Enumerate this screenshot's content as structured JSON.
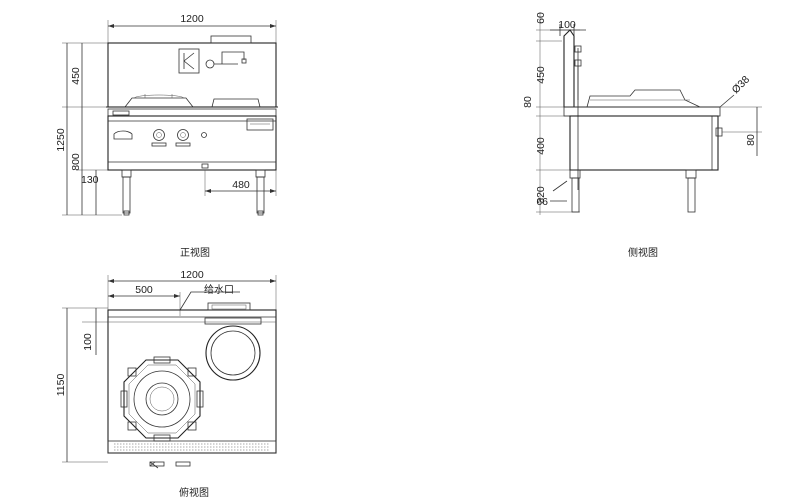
{
  "front_view": {
    "caption": "正视图",
    "dims": {
      "width": "1200",
      "upper_height": "450",
      "total_height": "1250",
      "body_height": "800",
      "foot_height": "130",
      "offset": "480"
    }
  },
  "side_view": {
    "caption": "侧视图",
    "dims": {
      "top": "60",
      "width_top": "100",
      "splash_height": "450",
      "rim": "80",
      "body": "400",
      "leg": "320",
      "leg_width": "66",
      "pipe_diameter": "Ø38",
      "pipe_height": "80"
    }
  },
  "top_view": {
    "caption": "俯视图",
    "dims": {
      "width": "1200",
      "inlet_offset": "500",
      "back_depth": "100",
      "depth": "1150"
    },
    "water_inlet_label": "给水口"
  }
}
